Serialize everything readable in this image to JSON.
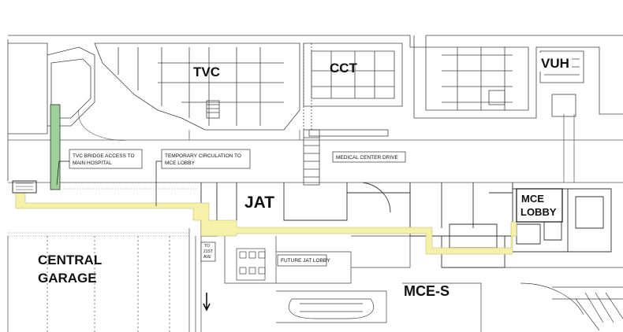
{
  "buildings": {
    "tvc": "TVC",
    "cct": "CCT",
    "vuh": "VUH",
    "jat": "JAT",
    "mce_lobby_line1": "MCE",
    "mce_lobby_line2": "LOBBY",
    "mce_s": "MCE-S",
    "central_garage_line1": "CENTRAL",
    "central_garage_line2": "GARAGE"
  },
  "callouts": {
    "tvc_bridge_line1": "TVC BRIDGE ACCESS TO",
    "tvc_bridge_line2": "MAIN HOSPITAL",
    "temp_circ_line1": "TEMPORARY CIRCULATION TO",
    "temp_circ_line2": "MCE LOBBY",
    "medical_center_drive": "MEDICAL CENTER DRIVE",
    "future_jat_lobby": "FUTURE JAT LOBBY",
    "to_21st_line1": "TO",
    "to_21st_line2": "21ST",
    "to_21st_line3": "AVE"
  },
  "colors": {
    "circulation_path": "#f6f1a8",
    "bridge_access": "#9ed19a",
    "linework": "#333333"
  }
}
